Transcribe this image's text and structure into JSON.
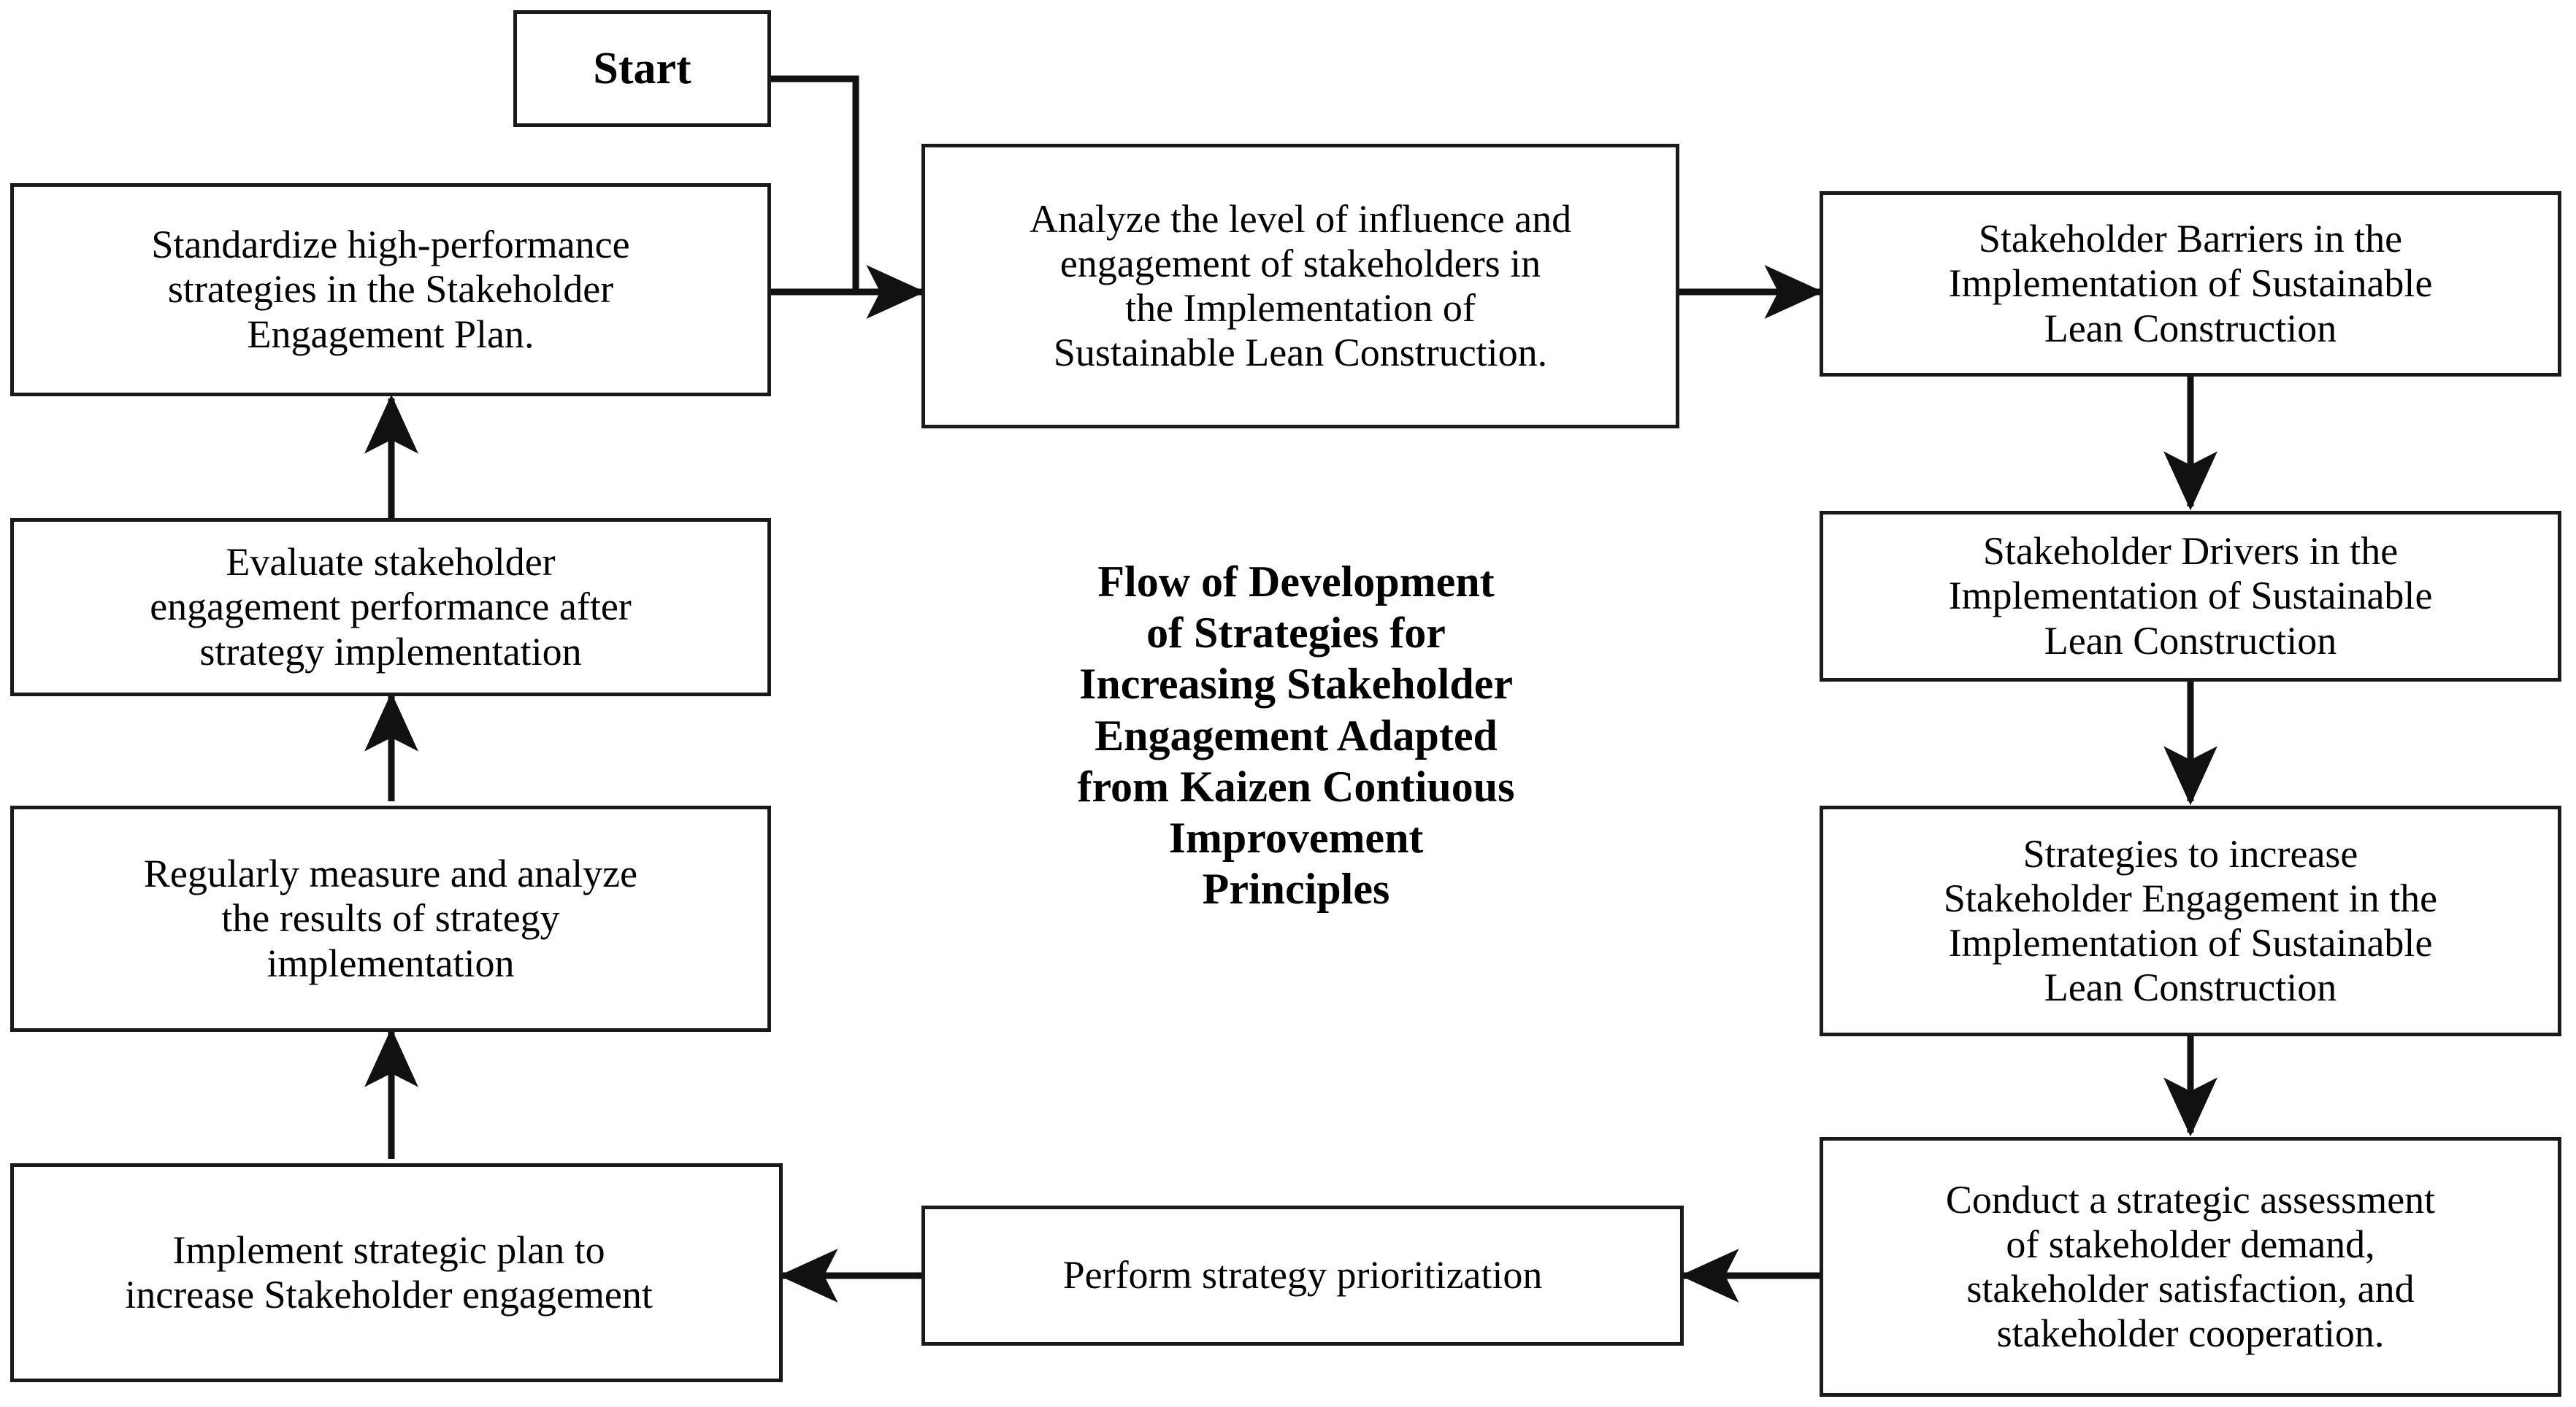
{
  "diagram": {
    "type": "flowchart",
    "title": "Flow of Development\nof Strategies for\nIncreasing Stakeholder\nEngagement Adapted\nfrom Kaizen Contiuous\nImprovement\nPrinciples",
    "title_plain": "Flow of Development of Strategies for Increasing Stakeholder Engagement Adapted from Kaizen Contiuous Improvement Principles",
    "colors": {
      "background": "#ffffff",
      "box_border": "#1a1a1a",
      "box_fill": "#ffffff",
      "text": "#000000",
      "connector": "#1a1a1a"
    },
    "nodes": {
      "start": "Start",
      "analyze": "Analyze the level of influence and\nengagement of stakeholders in\nthe Implementation of\nSustainable Lean Construction.",
      "barriers": "Stakeholder Barriers in the\nImplementation of Sustainable\nLean Construction",
      "drivers": "Stakeholder Drivers in the\nImplementation of Sustainable\nLean Construction",
      "strategies": "Strategies to increase\nStakeholder Engagement in the\nImplementation of Sustainable\nLean Construction",
      "assessment": "Conduct a strategic assessment\nof stakeholder demand,\nstakeholder satisfaction, and\nstakeholder cooperation.",
      "prioritization": "Perform strategy prioritization",
      "implement": "Implement strategic plan to\nincrease Stakeholder engagement",
      "measure": "Regularly measure and analyze\nthe results of strategy\nimplementation",
      "evaluate": "Evaluate stakeholder\nengagement performance after\nstrategy implementation",
      "standardize": "Standardize high-performance\nstrategies in the Stakeholder\nEngagement Plan."
    },
    "edges": [
      {
        "from": "start",
        "to": "analyze",
        "style": "elbow-right-down-right",
        "arrow": true
      },
      {
        "from": "standardize",
        "to": "analyze",
        "style": "straight-right",
        "arrow": true
      },
      {
        "from": "analyze",
        "to": "barriers",
        "style": "straight-right",
        "arrow": true
      },
      {
        "from": "barriers",
        "to": "drivers",
        "style": "straight-down",
        "arrow": true
      },
      {
        "from": "drivers",
        "to": "strategies",
        "style": "straight-down",
        "arrow": true
      },
      {
        "from": "strategies",
        "to": "assessment",
        "style": "straight-down",
        "arrow": true
      },
      {
        "from": "assessment",
        "to": "prioritization",
        "style": "straight-left",
        "arrow": true
      },
      {
        "from": "prioritization",
        "to": "implement",
        "style": "straight-left",
        "arrow": true
      },
      {
        "from": "implement",
        "to": "measure",
        "style": "straight-up",
        "arrow": true
      },
      {
        "from": "measure",
        "to": "evaluate",
        "style": "straight-up",
        "arrow": true
      },
      {
        "from": "evaluate",
        "to": "standardize",
        "style": "straight-up",
        "arrow": true
      }
    ]
  }
}
